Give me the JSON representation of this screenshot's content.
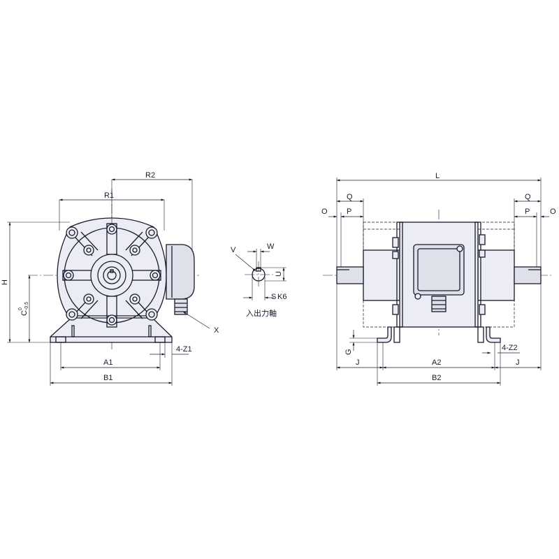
{
  "drawing": {
    "left_view": {
      "dimensions": {
        "R2": "R2",
        "R1": "R1",
        "H": "H",
        "C": "C",
        "C_tol_upper": "0",
        "C_tol_lower": "-0.5",
        "A1": "A1",
        "B1": "B1",
        "Z1": "4-Z1",
        "X": "X"
      }
    },
    "shaft_detail": {
      "dimensions": {
        "V": "V",
        "W": "W",
        "U": "U",
        "S": "S",
        "S_fit": "K6"
      },
      "caption": "入出力軸"
    },
    "right_view": {
      "dimensions": {
        "L": "L",
        "Q_left": "Q",
        "Q_right": "Q",
        "O_left": "O",
        "O_right": "O",
        "P_left": "P",
        "P_right": "P",
        "G": "G",
        "J_left": "J",
        "J_right": "J",
        "A2": "A2",
        "B2": "B2",
        "Z2": "4-Z2"
      }
    }
  }
}
